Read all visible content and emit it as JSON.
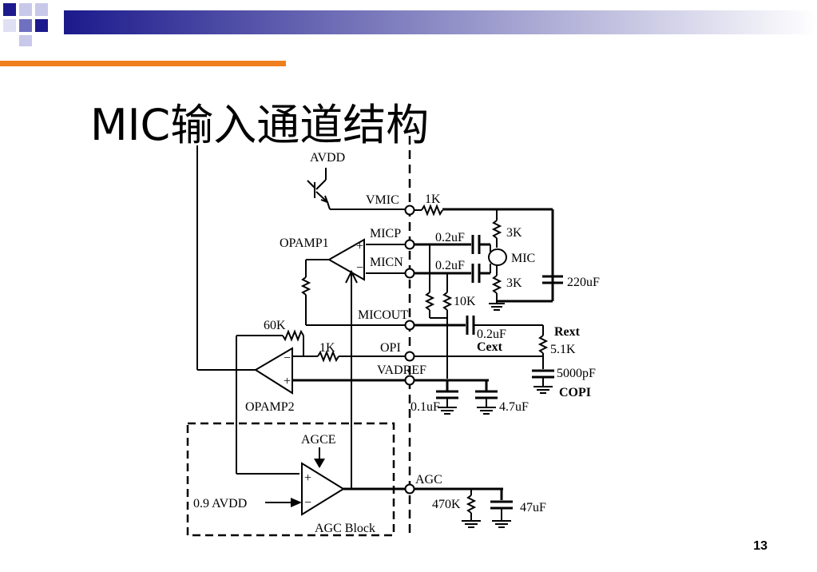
{
  "slide": {
    "title": "MIC输入通道结构",
    "page_number": "13"
  },
  "colors": {
    "accent": "#f07f1e",
    "header_dark": "#1c1a8c",
    "header_light": "#ffffff"
  },
  "labels": {
    "avdd": "AVDD",
    "vmic": "VMIC",
    "r_1k_top": "1K",
    "micp": "MICP",
    "micn": "MICN",
    "c_micp": "0.2uF",
    "c_micn": "0.2uF",
    "r_3k_top": "3K",
    "r_3k_bottom": "3K",
    "mic": "MIC",
    "c_220uf": "220uF",
    "opamp1": "OPAMP1",
    "r_10k": "10K",
    "micout": "MICOUT",
    "c_micout": "0.2uF",
    "cext": "Cext",
    "rext": "Rext",
    "r_5k1": "5.1K",
    "r_60k": "60K",
    "r_1k_opi": "1K",
    "opi": "OPI",
    "vadref": "VADREF",
    "c_5000pf": "5000pF",
    "copi": "COPI",
    "opamp2": "OPAMP2",
    "c_01uf": "0.1uF",
    "c_47uf_small": "4.7uF",
    "agce": "AGCE",
    "agc": "AGC",
    "avdd_09": "0.9 AVDD",
    "r_470k": "470K",
    "c_47uf": "47uF",
    "agc_block": "AGC Block",
    "plus": "+",
    "minus": "−"
  }
}
